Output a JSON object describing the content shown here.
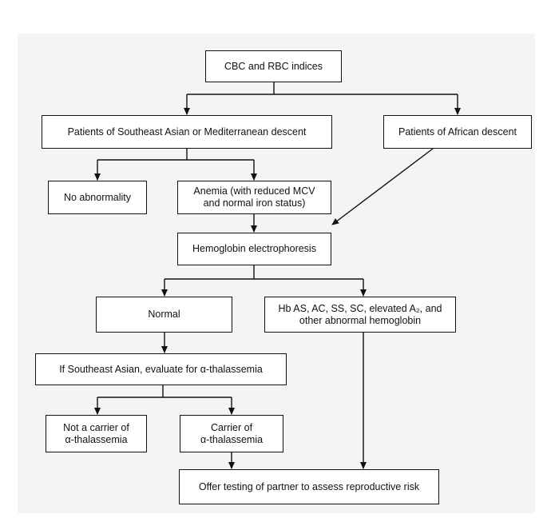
{
  "nodes": {
    "cbc": "CBC and RBC indices",
    "sea_med": "Patients of Southeast Asian or Mediterranean descent",
    "african": "Patients of African descent",
    "no_abnormality": "No abnormality",
    "anemia": "Anemia (with reduced MCV\nand normal iron status)",
    "electrophoresis": "Hemoglobin electrophoresis",
    "normal": "Normal",
    "abnormal_hb": "Hb AS, AC, SS, SC, elevated A₂, and\nother abnormal hemoglobin",
    "if_sea": "If Southeast Asian, evaluate for α-thalassemia",
    "not_carrier": "Not a carrier of\nα-thalassemia",
    "carrier": "Carrier of\nα-thalassemia",
    "offer_testing": "Offer testing of partner to assess reproductive risk"
  },
  "colors": {
    "line": "#111111",
    "box_fill": "#ffffff",
    "background": "#f4f4f4"
  }
}
